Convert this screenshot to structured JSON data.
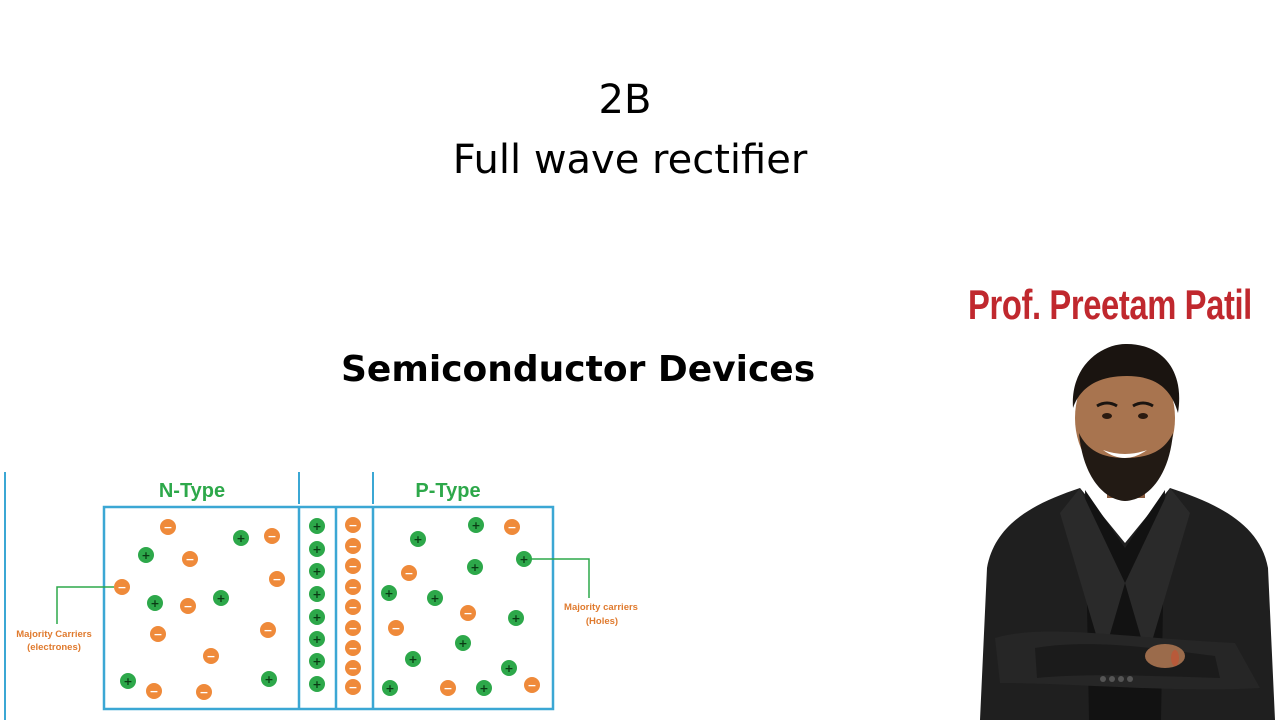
{
  "slide": {
    "lecture_code": "2B",
    "lecture_title": "Full wave rectifier",
    "subject": "Semiconductor Devices",
    "presenter": "Prof. Preetam Patil"
  },
  "diagram": {
    "n_label": "N-Type",
    "p_label": "P-Type",
    "n_carriers_label_1": "Majority Carriers",
    "n_carriers_label_2": "(electrones)",
    "p_carriers_label_1": "Majority carriers",
    "p_carriers_label_2": "(Holes)",
    "plus_symbol": "+",
    "minus_symbol": "−",
    "colors": {
      "box": "#3ba7d4",
      "label": "#2da84a",
      "hole": "#2da84a",
      "electron": "#ef8a3a",
      "annotation": "#e07b2f"
    }
  },
  "colors": {
    "presenter": "#c0282e",
    "jacket": "#1f1f1f"
  }
}
